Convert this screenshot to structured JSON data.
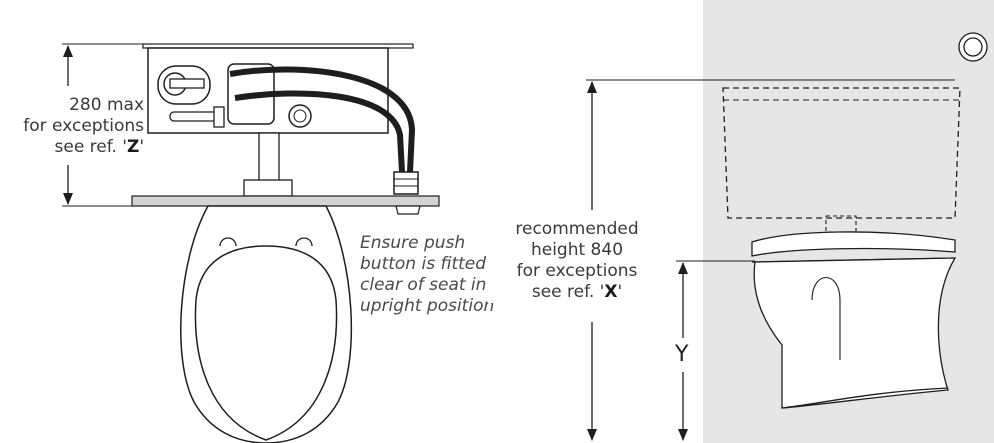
{
  "annotations": {
    "top_height": {
      "line1": "280 max",
      "line2": "for exceptions",
      "line3_prefix": "see ref. '",
      "line3_ref": "Z",
      "line3_suffix": "'"
    },
    "push_button_note": [
      "Ensure push",
      "button is fitted",
      "clear of seat in",
      "upright position"
    ],
    "recommended_height": {
      "line1": "recommended",
      "line2": "height 840",
      "line3": "for exceptions",
      "line4_prefix": "see ref. '",
      "line4_ref": "X",
      "line4_suffix": "'"
    },
    "y_dimension": "Y"
  },
  "colors": {
    "wall": "#e6e6e6",
    "line": "#1e1e1e",
    "plate": "#d4d4d4"
  },
  "icons": [
    "arrow-up-icon",
    "arrow-down-icon",
    "flush-button-icon"
  ]
}
